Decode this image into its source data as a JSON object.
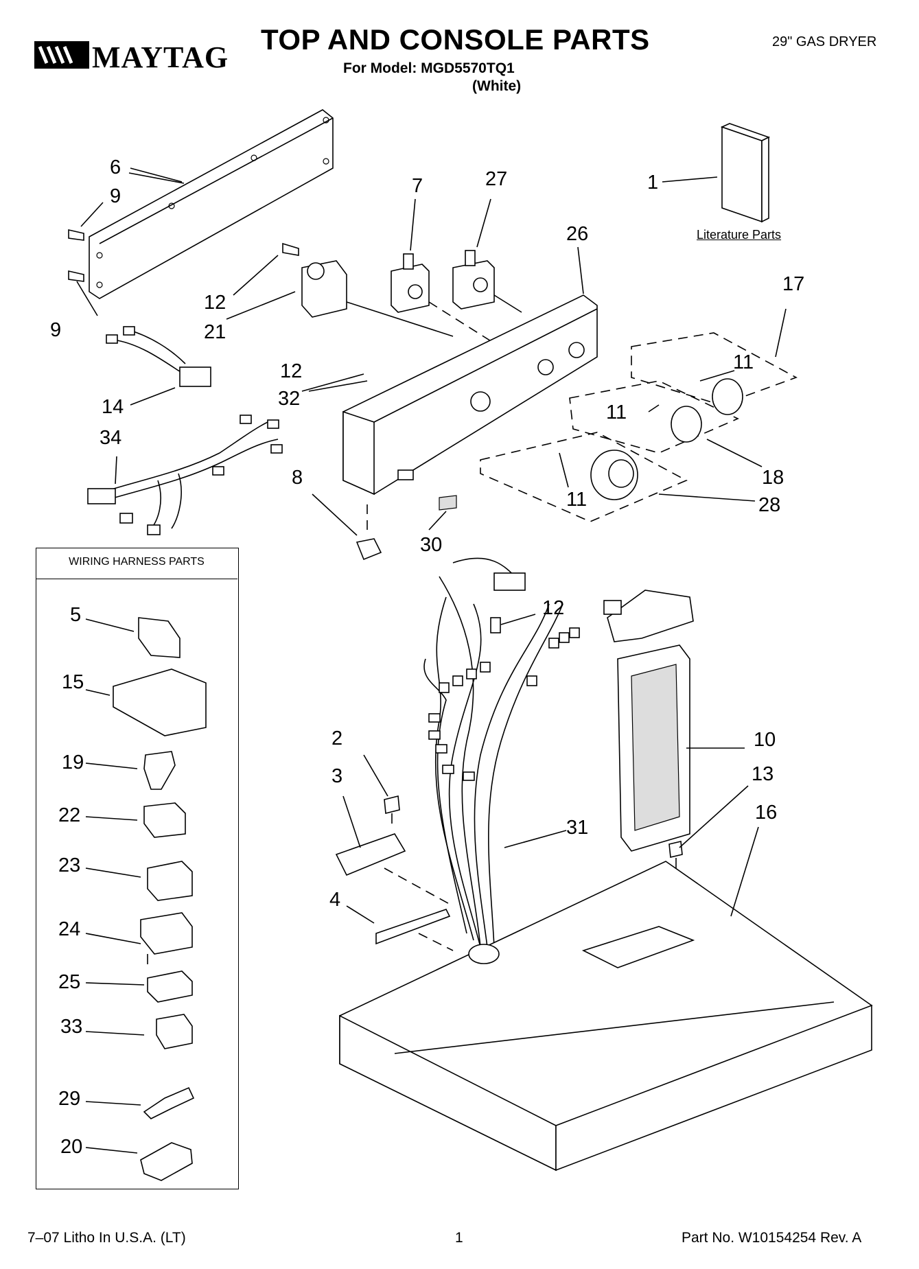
{
  "header": {
    "brand": "MAYTAG",
    "title": "TOP AND CONSOLE PARTS",
    "model_line": "For Model: MGD5570TQ1",
    "color_line": "(White)",
    "product": "29\" GAS DRYER"
  },
  "literature": {
    "label": "Literature Parts"
  },
  "callouts": {
    "c1": "1",
    "c2": "2",
    "c3": "3",
    "c4": "4",
    "c5": "5",
    "c6": "6",
    "c7": "7",
    "c8": "8",
    "c9a": "9",
    "c9b": "9",
    "c10": "10",
    "c11a": "11",
    "c11b": "11",
    "c11c": "11",
    "c12a": "12",
    "c12b": "12",
    "c12c": "12",
    "c13": "13",
    "c14": "14",
    "c15": "15",
    "c16": "16",
    "c17": "17",
    "c18": "18",
    "c19": "19",
    "c20": "20",
    "c21": "21",
    "c22": "22",
    "c23": "23",
    "c24": "24",
    "c25": "25",
    "c26": "26",
    "c27": "27",
    "c28": "28",
    "c29": "29",
    "c30": "30",
    "c31": "31",
    "c32": "32",
    "c33": "33",
    "c34": "34"
  },
  "harness_box": {
    "title": "WIRING HARNESS PARTS"
  },
  "footer": {
    "left": "7–07 Litho In U.S.A. (LT)",
    "page": "1",
    "part_no": "Part No. W10154254 Rev. A"
  }
}
